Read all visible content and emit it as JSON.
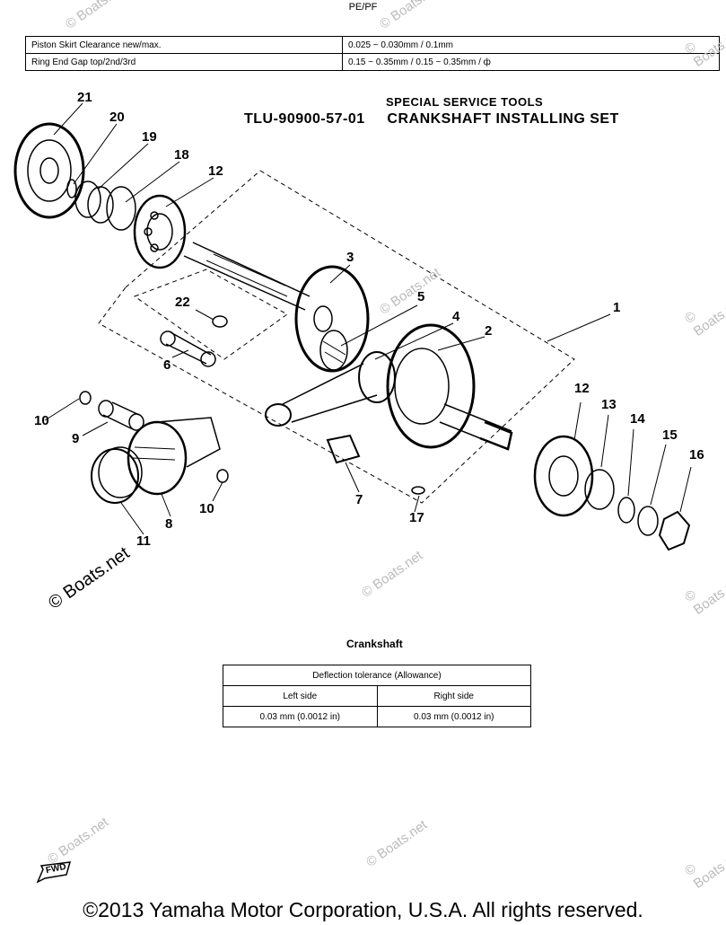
{
  "header": {
    "model": "PE/PF"
  },
  "spec_table": [
    {
      "label": "Piston Skirt Clearance new/max.",
      "value": "0.025 ~ 0.030mm / 0.1mm"
    },
    {
      "label": "Ring End Gap top/2nd/3rd",
      "value": "0.15 ~ 0.35mm / 0.15 ~ 0.35mm / ф"
    }
  ],
  "special_tools": {
    "heading": "SPECIAL SERVICE TOOLS",
    "part_number": "TLU-90900-57-01",
    "name": "CRANKSHAFT INSTALLING SET"
  },
  "callouts": [
    "1",
    "2",
    "3",
    "4",
    "5",
    "6",
    "7",
    "8",
    "9",
    "10",
    "10",
    "11",
    "12",
    "12",
    "13",
    "14",
    "15",
    "16",
    "17",
    "18",
    "19",
    "20",
    "21",
    "22"
  ],
  "deflection": {
    "title": "Crankshaft",
    "header": "Deflection tolerance (Allowance)",
    "columns": [
      "Left side",
      "Right side"
    ],
    "values": [
      "0.03 mm (0.0012 in)",
      "0.03 mm (0.0012 in)"
    ]
  },
  "watermark": "© Boats.net",
  "fwd_label": "FWD",
  "copyright": "©2013 Yamaha Motor Corporation, U.S.A. All rights reserved."
}
